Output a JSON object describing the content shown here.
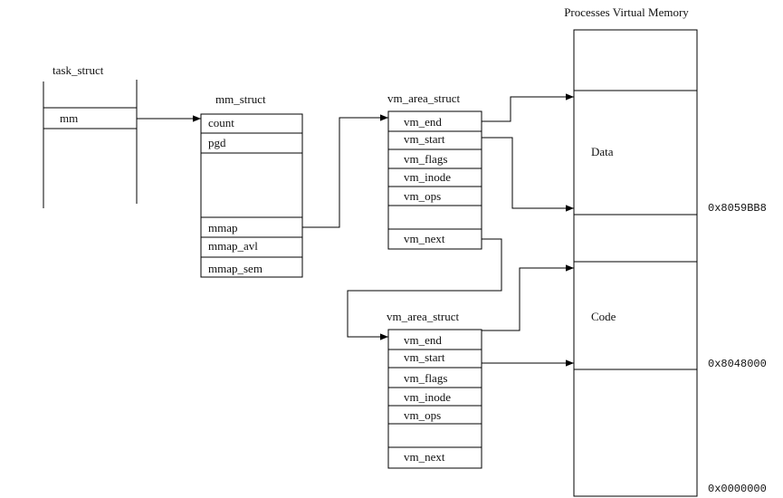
{
  "memory": {
    "title": "Processes Virtual Memory",
    "data_label": "Data",
    "code_label": "Code",
    "addresses": [
      "0x8059BB8",
      "0x8048000",
      "0x0000000"
    ]
  },
  "task_struct": {
    "title": "task_struct",
    "mm_label": "mm"
  },
  "mm_struct": {
    "title": "mm_struct",
    "fields": [
      "count",
      "pgd",
      "mmap",
      "mmap_avl",
      "mmap_sem"
    ]
  },
  "vm_area_1": {
    "title": "vm_area_struct",
    "fields": [
      "vm_end",
      "vm_start",
      "vm_flags",
      "vm_inode",
      "vm_ops",
      "vm_next"
    ]
  },
  "vm_area_2": {
    "title": "vm_area_struct",
    "fields": [
      "vm_end",
      "vm_start",
      "vm_flags",
      "vm_inode",
      "vm_ops",
      "vm_next"
    ]
  }
}
